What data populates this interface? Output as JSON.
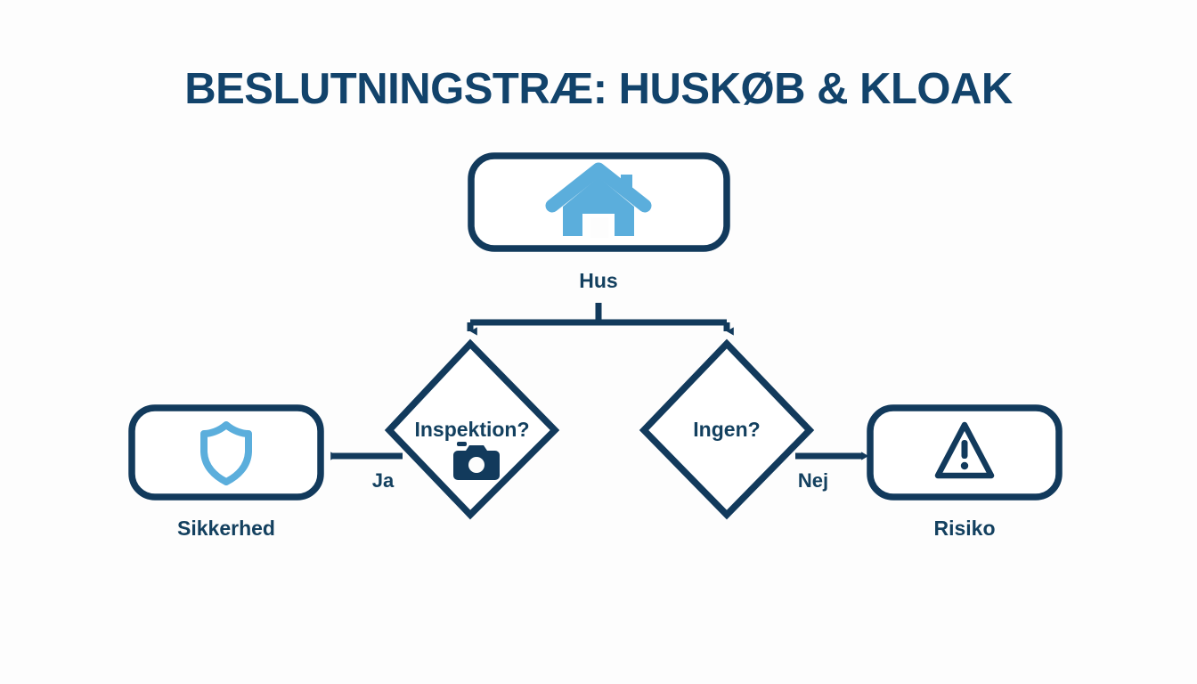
{
  "diagram": {
    "title": "BESLUTNINGSTRÆ: HUSKØB & KLOAK",
    "type": "decision-tree",
    "colors": {
      "background": "#fdfdfd",
      "stroke_navy": "#123a5c",
      "text_navy": "#13405f",
      "icon_blue": "#5baedc"
    },
    "nodes": [
      {
        "id": "hus",
        "shape": "rounded-rectangle",
        "label": "Hus",
        "icon": "house-icon",
        "icon_style": "filled",
        "icon_color": "#5baedc"
      },
      {
        "id": "inspektion",
        "shape": "diamond",
        "label": "Inspektion?",
        "icon": "camera-icon",
        "icon_style": "filled",
        "icon_color": "#123a5c"
      },
      {
        "id": "ingen",
        "shape": "diamond",
        "label": "Ingen?",
        "icon": null,
        "icon_style": null,
        "icon_color": null
      },
      {
        "id": "sikkerhed",
        "shape": "rounded-rectangle",
        "label": "Sikkerhed",
        "icon": "shield-icon",
        "icon_style": "outline",
        "icon_color": "#5baedc"
      },
      {
        "id": "risiko",
        "shape": "rounded-rectangle",
        "label": "Risiko",
        "icon": "warning-triangle-icon",
        "icon_style": "outline",
        "icon_color": "#123a5c"
      }
    ],
    "edges": [
      {
        "id": "hus-inspektion",
        "from": "hus",
        "to": "inspektion",
        "label": ""
      },
      {
        "id": "hus-ingen",
        "from": "hus",
        "to": "ingen",
        "label": ""
      },
      {
        "id": "inspektion-sikkerhed",
        "from": "inspektion",
        "to": "sikkerhed",
        "label": "Ja"
      },
      {
        "id": "ingen-risiko",
        "from": "ingen",
        "to": "risiko",
        "label": "Nej"
      }
    ]
  }
}
